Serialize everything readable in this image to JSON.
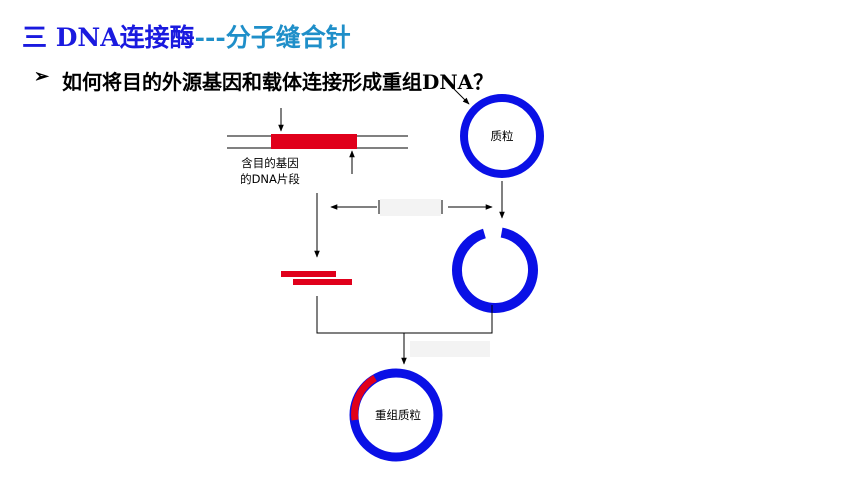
{
  "title": {
    "part1": "三 DNA连接酶",
    "part2": "---分子缝合针"
  },
  "question": {
    "bullet": "➢",
    "text": "如何将目的外源基因和载体连接形成重组DNA？"
  },
  "diagram": {
    "gene_label_line1": "含目的基因",
    "gene_label_line2": "的DNA片段",
    "plasmid_label": "质粒",
    "recombinant_label": "重组质粒",
    "colors": {
      "dna_insert": "#e0001b",
      "plasmid": "#0a10e6",
      "line": "#000000"
    }
  }
}
